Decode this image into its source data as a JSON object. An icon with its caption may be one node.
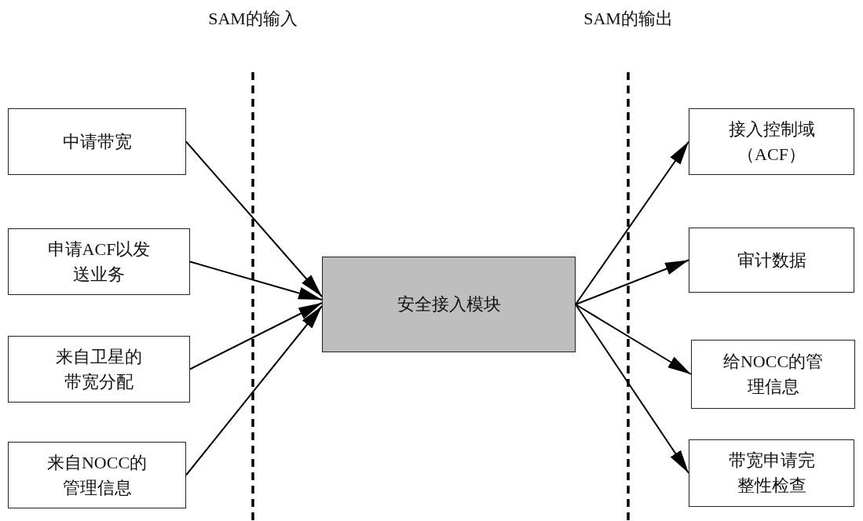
{
  "diagram": {
    "nodes": [
      {
        "text": [
          "中请带宽"
        ]
      },
      {
        "text": [
          "申请ACF以发送业务"
        ]
      },
      {
        "text": [
          "来自卫星的带宽分配"
        ]
      },
      {
        "text": [
          "来自NOCC的管理信息"
        ]
      },
      {
        "text": [
          "安全接入模块"
        ]
      },
      {
        "text": [
          "接入控制域（ACF）"
        ]
      },
      {
        "text": [
          "审计数据"
        ]
      },
      {
        "text": [
          "给NOCC的管理信息"
        ]
      },
      {
        "text": [
          "带宽申请完整性检查"
        ]
      }
    ],
    "edges": [
      {
        "from": 0,
        "to": 4,
        "arrow": "to"
      },
      {
        "from": 1,
        "to": 4,
        "arrow": "to"
      },
      {
        "from": 2,
        "to": 4,
        "arrow": "to"
      },
      {
        "from": 3,
        "to": 4,
        "arrow": "to"
      },
      {
        "from": 4,
        "to": 5,
        "arrow": "to"
      },
      {
        "from": 4,
        "to": 6,
        "arrow": "to"
      },
      {
        "from": 4,
        "to": 7,
        "arrow": "to"
      },
      {
        "from": 4,
        "to": 8,
        "arrow": "to"
      }
    ],
    "labels": [
      "SAM的输入",
      "SAM的输出"
    ]
  }
}
